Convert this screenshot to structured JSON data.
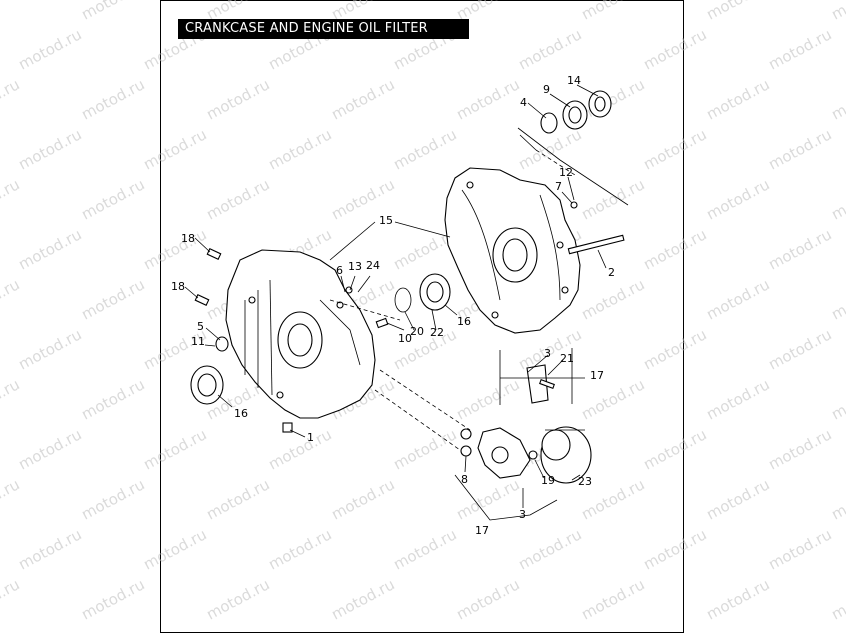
{
  "title": "CRANKCASE AND ENGINE OIL FILTER",
  "watermark": "motod.ru",
  "callouts": [
    "1",
    "2",
    "3",
    "3",
    "4",
    "5",
    "6",
    "7",
    "8",
    "9",
    "10",
    "11",
    "12",
    "13",
    "14",
    "15",
    "16",
    "16",
    "17",
    "17",
    "18",
    "18",
    "19",
    "20",
    "21",
    "22",
    "23",
    "24"
  ]
}
